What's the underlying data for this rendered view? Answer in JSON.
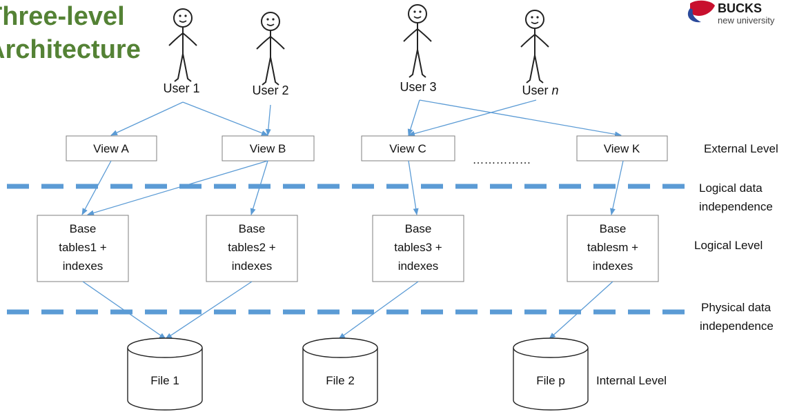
{
  "title": {
    "line1": "Three-level",
    "line2": "Architecture"
  },
  "logo": {
    "name": "BUCKS",
    "subtitle": "new university"
  },
  "users": [
    {
      "label": "User 1",
      "suffix": ""
    },
    {
      "label": "User 2",
      "suffix": ""
    },
    {
      "label": "User 3",
      "suffix": ""
    },
    {
      "label": "User ",
      "suffix": "n"
    }
  ],
  "views": [
    {
      "label": "View A"
    },
    {
      "label": "View B"
    },
    {
      "label": "View C"
    },
    {
      "label": "View K"
    }
  ],
  "view_ellipsis": "……………",
  "base_tables": [
    {
      "line1": "Base",
      "line2": "tables1 +",
      "line3": "indexes"
    },
    {
      "line1": "Base",
      "line2": "tables2 +",
      "line3": "indexes"
    },
    {
      "line1": "Base",
      "line2": "tables3 +",
      "line3": "indexes"
    },
    {
      "line1": "Base",
      "line2": "tablesm +",
      "line3": "indexes"
    }
  ],
  "files": [
    {
      "label": "File 1"
    },
    {
      "label": "File 2"
    },
    {
      "label": "File p"
    }
  ],
  "levels": {
    "external": "External Level",
    "logical_independence": {
      "line1": "Logical data",
      "line2": "independence"
    },
    "logical": "Logical Level",
    "physical_independence": {
      "line1": "Physical data",
      "line2": "independence"
    },
    "internal": "Internal Level"
  },
  "colors": {
    "title": "#548235",
    "dashed_line": "#5B9BD5",
    "arrow": "#5B9BD5",
    "box_border": "#7f7f7f"
  }
}
